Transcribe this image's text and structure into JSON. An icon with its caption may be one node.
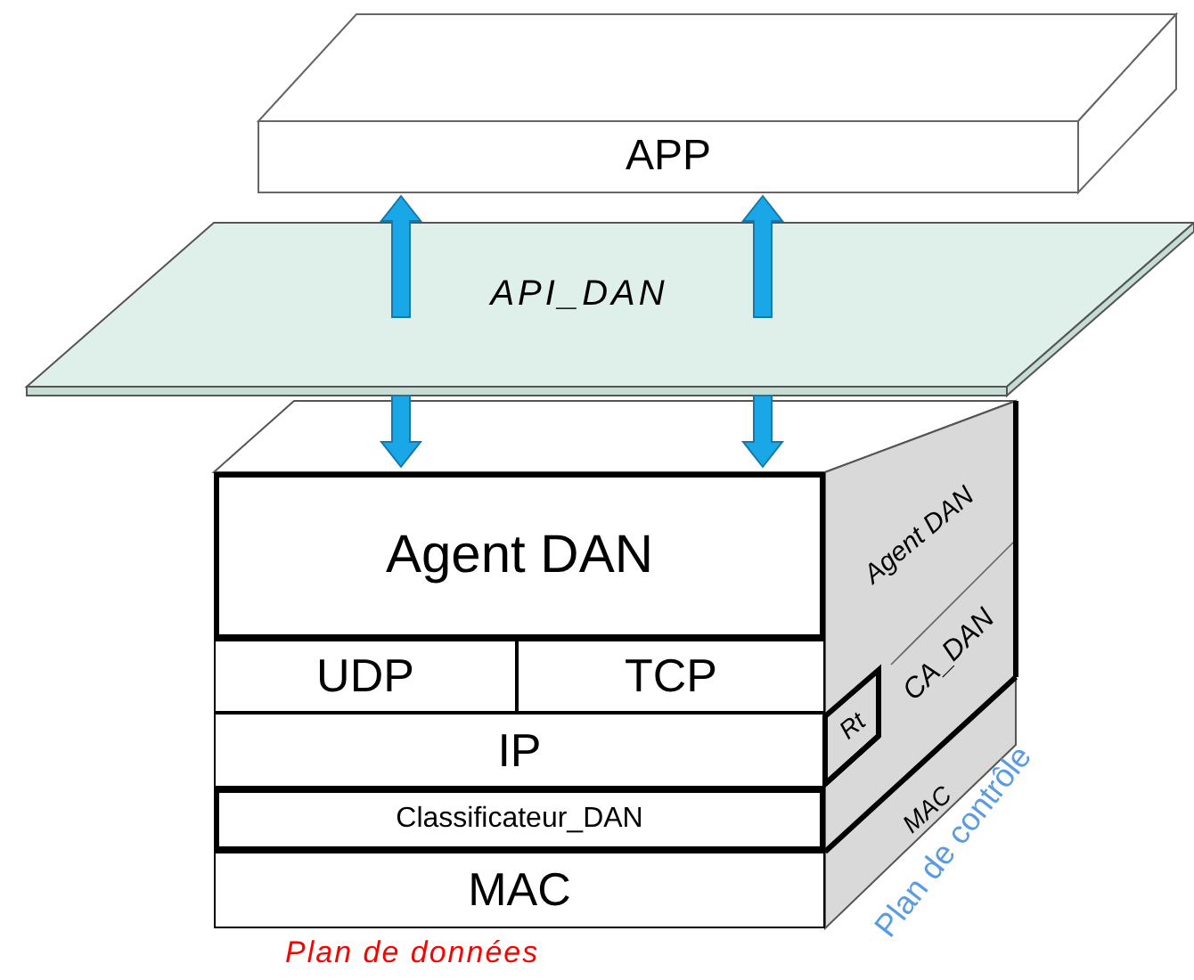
{
  "diagram": {
    "nodes": [
      {
        "text": [
          "APP"
        ]
      },
      {
        "text": [
          "API_DAN"
        ]
      },
      {
        "text": [
          "Agent DAN"
        ]
      },
      {
        "text": [
          "UDP"
        ]
      },
      {
        "text": [
          "TCP"
        ]
      },
      {
        "text": [
          "IP"
        ]
      },
      {
        "text": [
          "Classificateur_DAN"
        ]
      },
      {
        "text": [
          "MAC"
        ]
      },
      {
        "text": [
          "Agent DAN"
        ]
      },
      {
        "text": [
          "CA_DAN"
        ]
      },
      {
        "text": [
          "Rt"
        ]
      },
      {
        "text": [
          "MAC"
        ]
      }
    ],
    "edges": [
      {
        "from": 1,
        "to": 0,
        "arrow": "to"
      },
      {
        "from": 1,
        "to": 0,
        "arrow": "to"
      },
      {
        "from": 1,
        "to": 2,
        "arrow": "to"
      },
      {
        "from": 1,
        "to": 2,
        "arrow": "to"
      }
    ],
    "labels": [
      "Plan de données",
      "Plan de contrôle"
    ]
  }
}
